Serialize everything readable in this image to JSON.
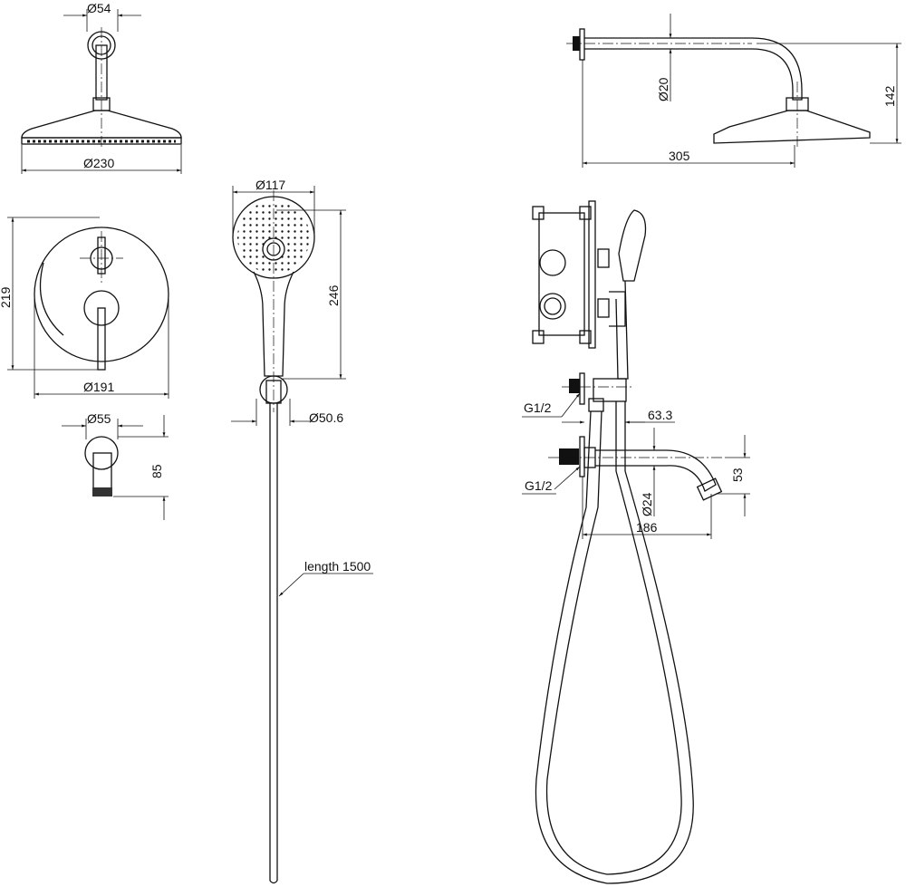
{
  "labels": {
    "head_arm_dia": "Ø54",
    "head_dia": "Ø230",
    "hand_head_dia": "Ø117",
    "hand_length": "246",
    "plate_height": "219",
    "plate_dia": "Ø191",
    "holder_dia": "Ø50.6",
    "spout_dia": "Ø55",
    "spout_depth": "85",
    "hose_length": "length 1500",
    "arm_dia": "Ø20",
    "head_drop": "142",
    "arm_reach": "305",
    "inlet_top": "G1/2",
    "outlet_offset": "63.3",
    "inlet_bottom": "G1/2",
    "spout_drop": "53",
    "spout_pipe_dia": "Ø24",
    "spout_reach": "186"
  }
}
